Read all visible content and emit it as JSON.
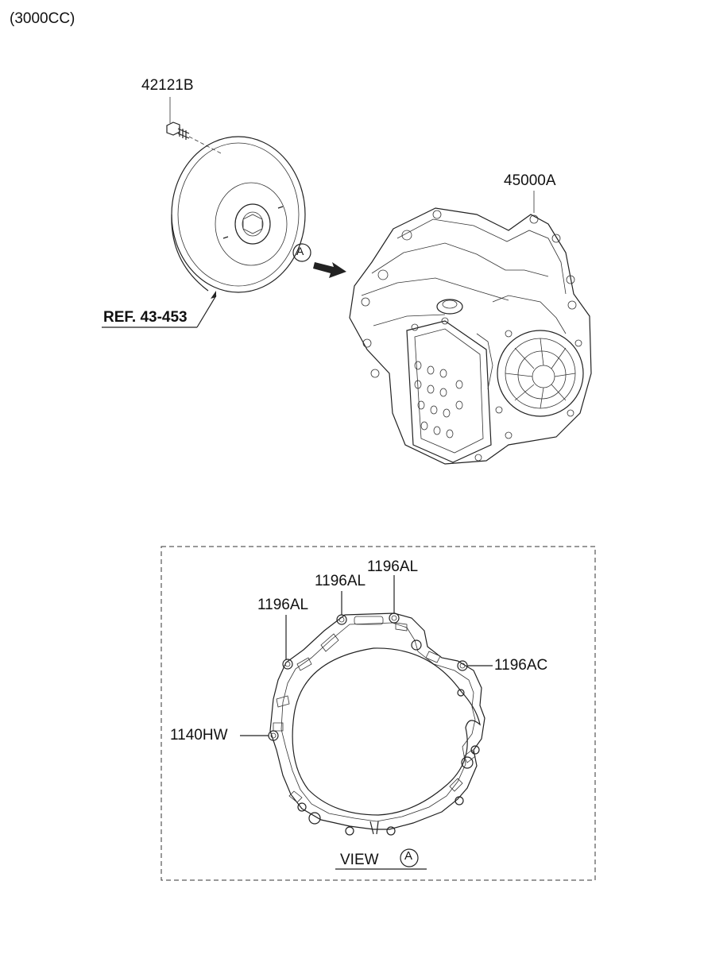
{
  "header": {
    "variant": "(3000CC)"
  },
  "parts": {
    "bolt": "42121B",
    "transaxle": "45000A",
    "torque_converter_ref": "REF. 43-453"
  },
  "view_marker": {
    "letter": "A"
  },
  "view": {
    "title": "VIEW",
    "letter": "A",
    "callouts": {
      "top_right": "1196AL",
      "top_middle": "1196AL",
      "top_left": "1196AL",
      "right": "1196AC",
      "left": "1140HW"
    }
  }
}
